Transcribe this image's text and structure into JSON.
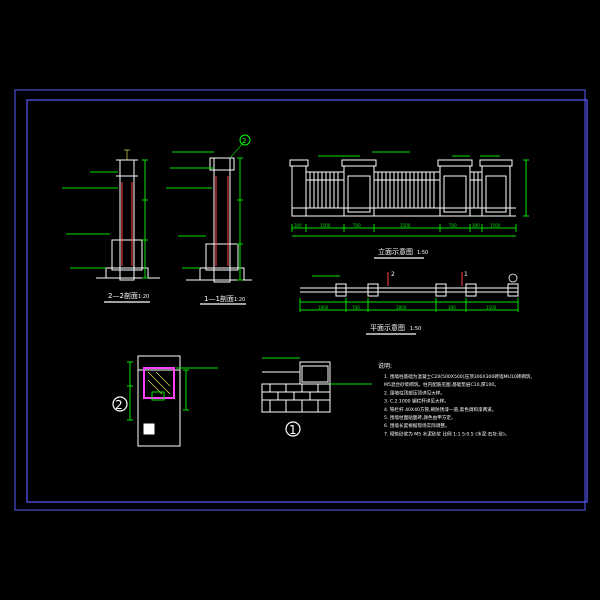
{
  "colors": {
    "background": "#000000",
    "border": "#5a5aff",
    "lines": "#ffffff",
    "dims": "#00e000",
    "text_yellow": "#ffff66",
    "text_cyan": "#00ffff",
    "accent_magenta": "#ff40ff"
  },
  "views": {
    "section_2_label": "2—2剖面",
    "section_2_scale": "1:20",
    "section_1_label": "1—1剖面",
    "section_1_scale": "1:20",
    "elevation_label": "立面示意图",
    "elevation_scale": "1:50",
    "plan_label": "平面示意图",
    "plan_scale": "1:50",
    "detail_2_marker": "2",
    "detail_1_marker": "1",
    "callout_marker": "2",
    "section_mark_2": "2",
    "section_mark_1": "1"
  },
  "dims": {
    "d1": "300",
    "d2": "1500",
    "d3": "700",
    "d4": "1500",
    "d5": "700",
    "d6": "3500",
    "d7": "300",
    "d8": "1800",
    "d9": "1500",
    "d10": "700",
    "d11": "2800",
    "d12": "300"
  },
  "notes": {
    "heading": "说明:",
    "items": [
      "1.  围墙柱基础为混凝土C20(500X500)压顶300X300砖墙MU10砖砌筑,",
      "    M5混合砂浆砌筑。柱内配筋见图,基础垫层C10,厚100。",
      "2.  围墙柱顶部压顶详见大样。",
      "3.  C.2.1000 钢栏杆详见大样。",
      "4.  铁栏杆 40X40方管,刷防锈漆一道,黑色调和漆两道。",
      "5.  围墙柱面贴面砖,颜色由甲方定。",
      "6.  围墙长度根据现场实际调整。",
      "7.  砌筑砂浆为 M5 水泥砂浆 比例 1:1.5:0.5 (水泥:石灰:砂)。"
    ]
  }
}
